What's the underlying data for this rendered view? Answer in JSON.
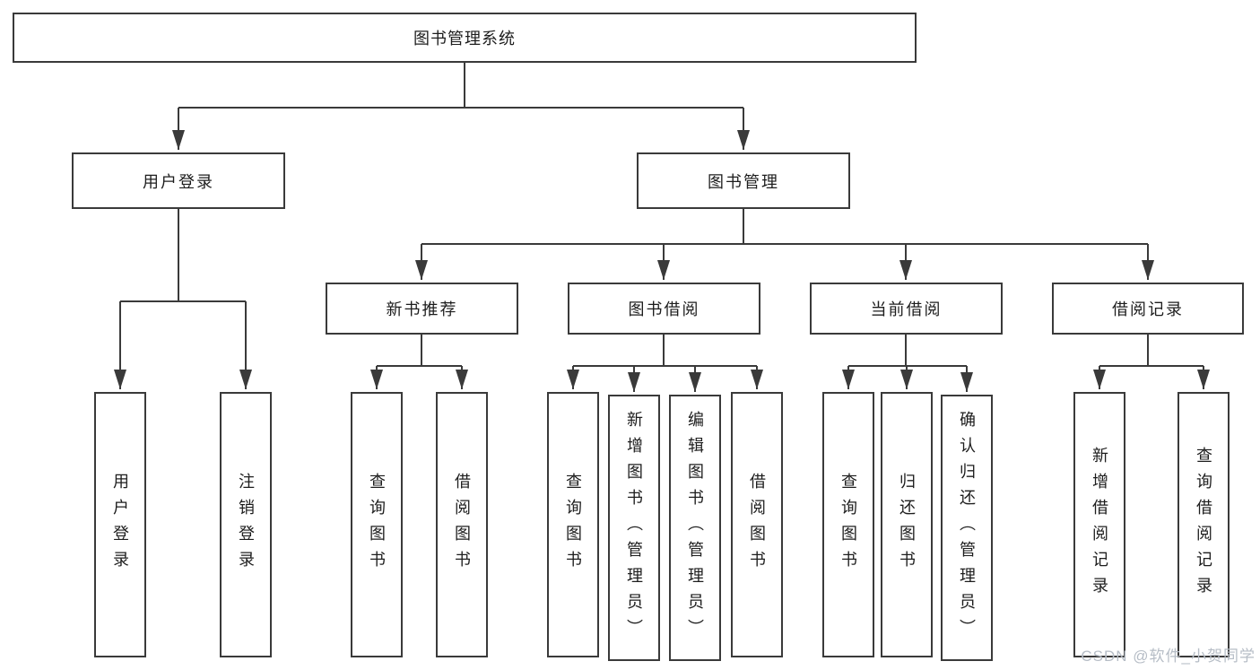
{
  "root": {
    "label": "图书管理系统"
  },
  "level2": {
    "user_login": {
      "label": "用户登录"
    },
    "book_mgmt": {
      "label": "图书管理"
    }
  },
  "level3": {
    "new_books": {
      "label": "新书推荐"
    },
    "borrow": {
      "label": "图书借阅"
    },
    "current": {
      "label": "当前借阅"
    },
    "records": {
      "label": "借阅记录"
    }
  },
  "leaves": {
    "user_login": {
      "label": "用户登录"
    },
    "logout": {
      "label": "注销登录"
    },
    "nb_query": {
      "label": "查询图书"
    },
    "nb_borrow": {
      "label": "借阅图书"
    },
    "bb_query": {
      "label": "查询图书"
    },
    "bb_add": {
      "label": "新增图书（管理员）"
    },
    "bb_edit": {
      "label": "编辑图书（管理员）"
    },
    "bb_borrow": {
      "label": "借阅图书"
    },
    "cb_query": {
      "label": "查询图书"
    },
    "cb_return": {
      "label": "归还图书"
    },
    "cb_confirm": {
      "label": "确认归还（管理员）"
    },
    "rec_add": {
      "label": "新增借阅记录"
    },
    "rec_query": {
      "label": "查询借阅记录"
    }
  },
  "watermark": {
    "label": "CSDN @软件_小贺同学"
  },
  "colors": {
    "line": "#3a3a3a",
    "text": "#1d1d1d",
    "watermark": "#b6bdc6",
    "background": "#ffffff"
  }
}
